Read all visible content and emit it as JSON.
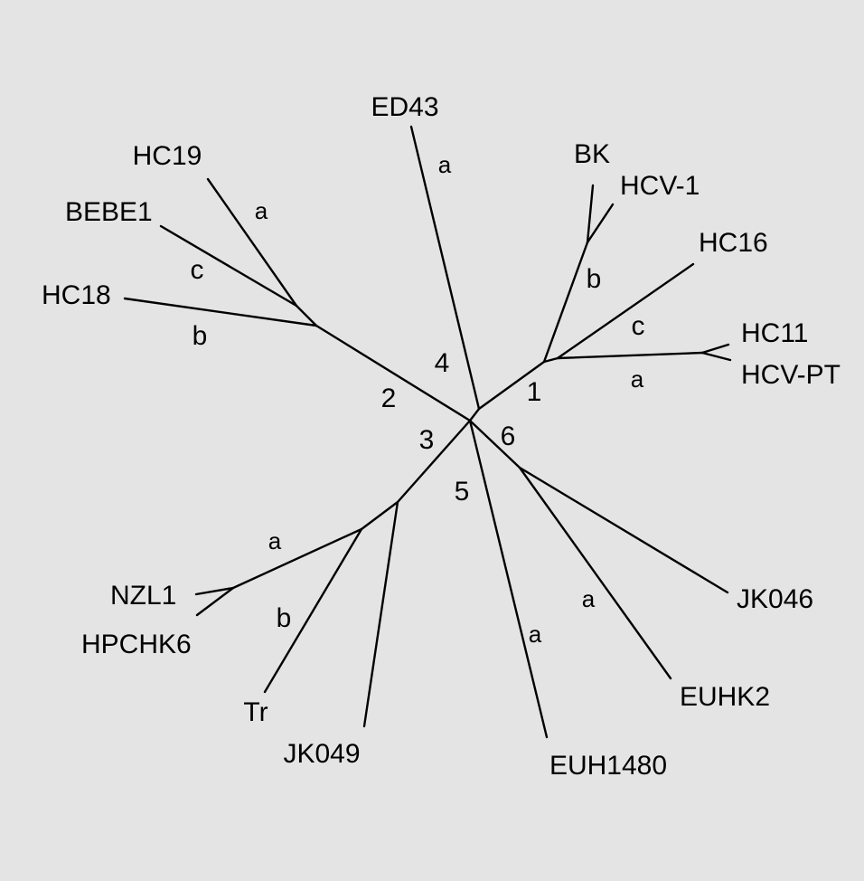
{
  "diagram": {
    "taxa": {
      "ed43": "ED43",
      "bk": "BK",
      "hcv1": "HCV-1",
      "hc16": "HC16",
      "hc11": "HC11",
      "hcvpt": "HCV-PT",
      "hc19": "HC19",
      "bebe1": "BEBE1",
      "hc18": "HC18",
      "nzl1": "NZL1",
      "hpchk6": "HPCHK6",
      "tr": "Tr",
      "jko49": "JK049",
      "euh1480": "EUH1480",
      "euhk2": "EUHK2",
      "jko46": "JK046"
    },
    "genotypes": {
      "g1": "1",
      "g2": "2",
      "g3": "3",
      "g4": "4",
      "g5": "5",
      "g6": "6"
    },
    "subtypes": {
      "g4a": "a",
      "g1b": "b",
      "g1c": "c",
      "g1a": "a",
      "g2a": "a",
      "g2c": "c",
      "g2b": "b",
      "g3a": "a",
      "g3b": "b",
      "g5a": "a",
      "g6a": "a"
    }
  }
}
